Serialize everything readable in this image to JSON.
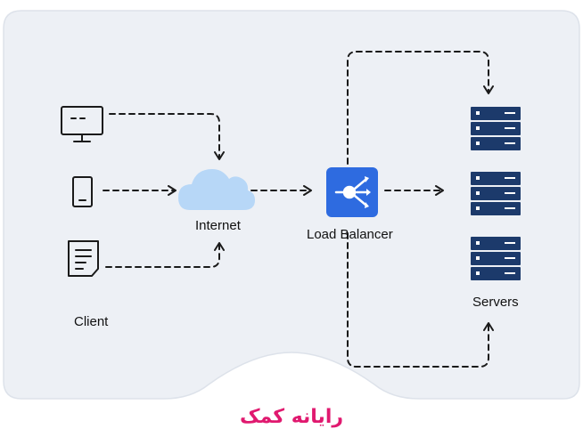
{
  "labels": {
    "client": "Client",
    "internet": "Internet",
    "load_balancer": "Load Balancer",
    "servers": "Servers"
  },
  "icons": {
    "clients": [
      "desktop-icon",
      "mobile-icon",
      "document-icon"
    ],
    "internet": "cloud-icon",
    "load_balancer": "load-balancer-icon",
    "servers": [
      "server-rack-icon",
      "server-rack-icon",
      "server-rack-icon"
    ]
  },
  "watermark": "رایانه کمک",
  "colors": {
    "page_bg": "#ffffff",
    "panel_bg": "#edf0f5",
    "panel_border": "#dde2ea",
    "line": "#1a1a1a",
    "cloud": "#b7d7f7",
    "load_balancer": "#2e6be0",
    "server": "#1c3a6b",
    "brand": "#e0196f"
  }
}
